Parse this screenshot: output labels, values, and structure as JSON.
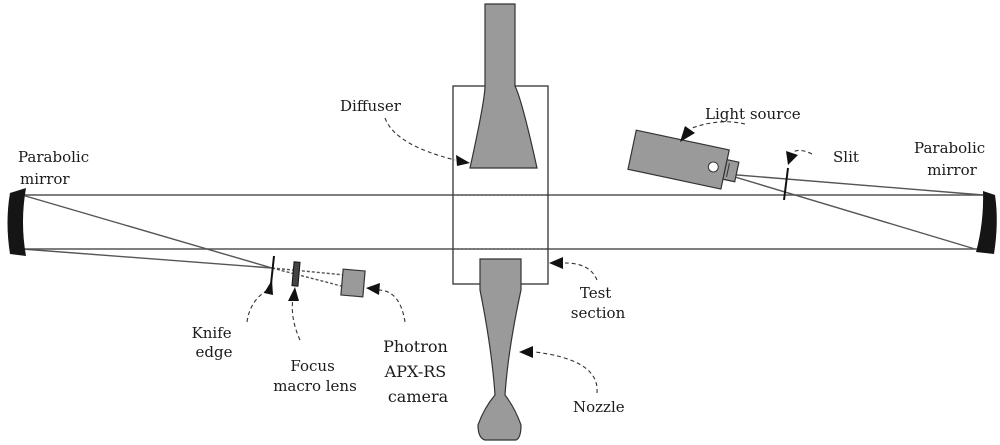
{
  "labels": {
    "parabolic_mirror_left": [
      "Parabolic",
      "mirror"
    ],
    "parabolic_mirror_right": [
      "Parabolic",
      "mirror"
    ],
    "diffuser": "Diffuser",
    "light_source": "Light source",
    "slit": "Slit",
    "knife_edge": [
      "Knife",
      "edge"
    ],
    "focus_lens": [
      "Focus",
      "macro lens"
    ],
    "camera": [
      "Photron",
      "APX-RS",
      "camera"
    ],
    "test_section": [
      "Test",
      "section"
    ],
    "nozzle": "Nozzle"
  },
  "colors": {
    "component_fill": "#9a9a9a",
    "mirror_fill": "#151515",
    "line": "#333333"
  }
}
